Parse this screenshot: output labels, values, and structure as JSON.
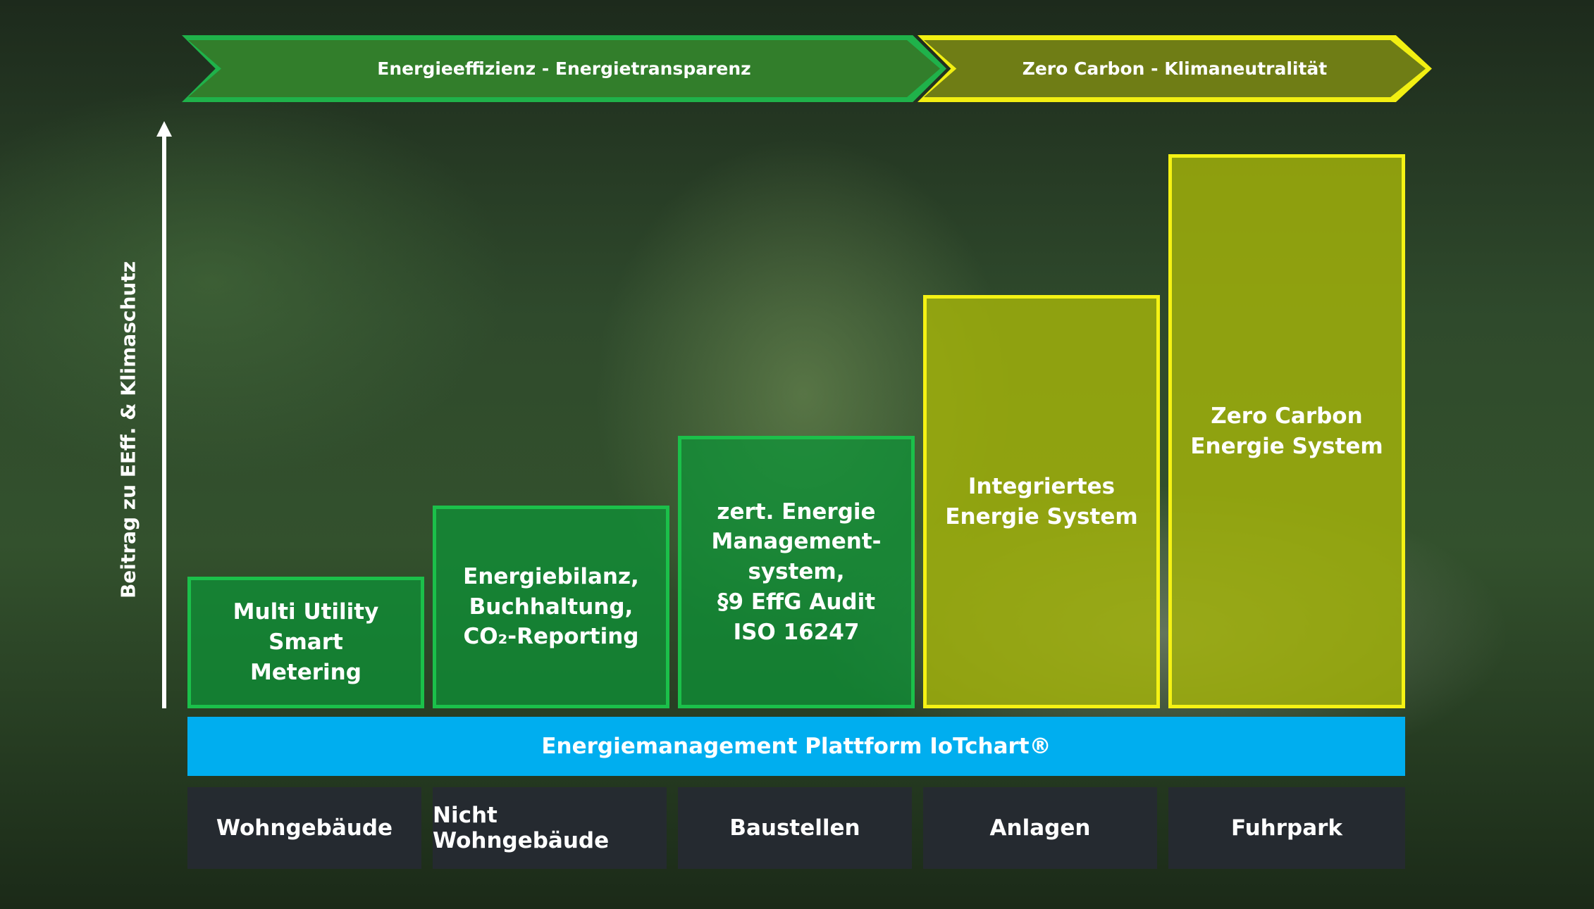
{
  "header": {
    "left_chevron": "Energieeffizienz - Energietransparenz",
    "right_chevron": "Zero Carbon - Klimaneutralität"
  },
  "axis": {
    "label": "Beitrag zu EEff. & Klimaschutz"
  },
  "bars": [
    {
      "label": "Multi Utility\nSmart\nMetering",
      "level": 1,
      "group": "green"
    },
    {
      "label": "Energiebilanz,\nBuchhaltung,\nCO₂-Reporting",
      "level": 2,
      "group": "green"
    },
    {
      "label": "zert. Energie\nManagement-\nsystem,\n§9 EffG Audit\nISO 16247",
      "level": 3,
      "group": "green"
    },
    {
      "label": "Integriertes\nEnergie System",
      "level": 5,
      "group": "yellow"
    },
    {
      "label": "Zero Carbon\nEnergie System",
      "level": 7,
      "group": "yellow"
    }
  ],
  "platform": {
    "label": "Energiemanagement Plattform IoTchart®"
  },
  "categories": [
    "Wohngebäude",
    "Nicht Wohngebäude",
    "Baustellen",
    "Anlagen",
    "Fuhrpark"
  ],
  "colors": {
    "green": "#1bc04a",
    "yellow": "#f5f214",
    "platform": "#00aeef",
    "category_bg": "#262a32"
  }
}
